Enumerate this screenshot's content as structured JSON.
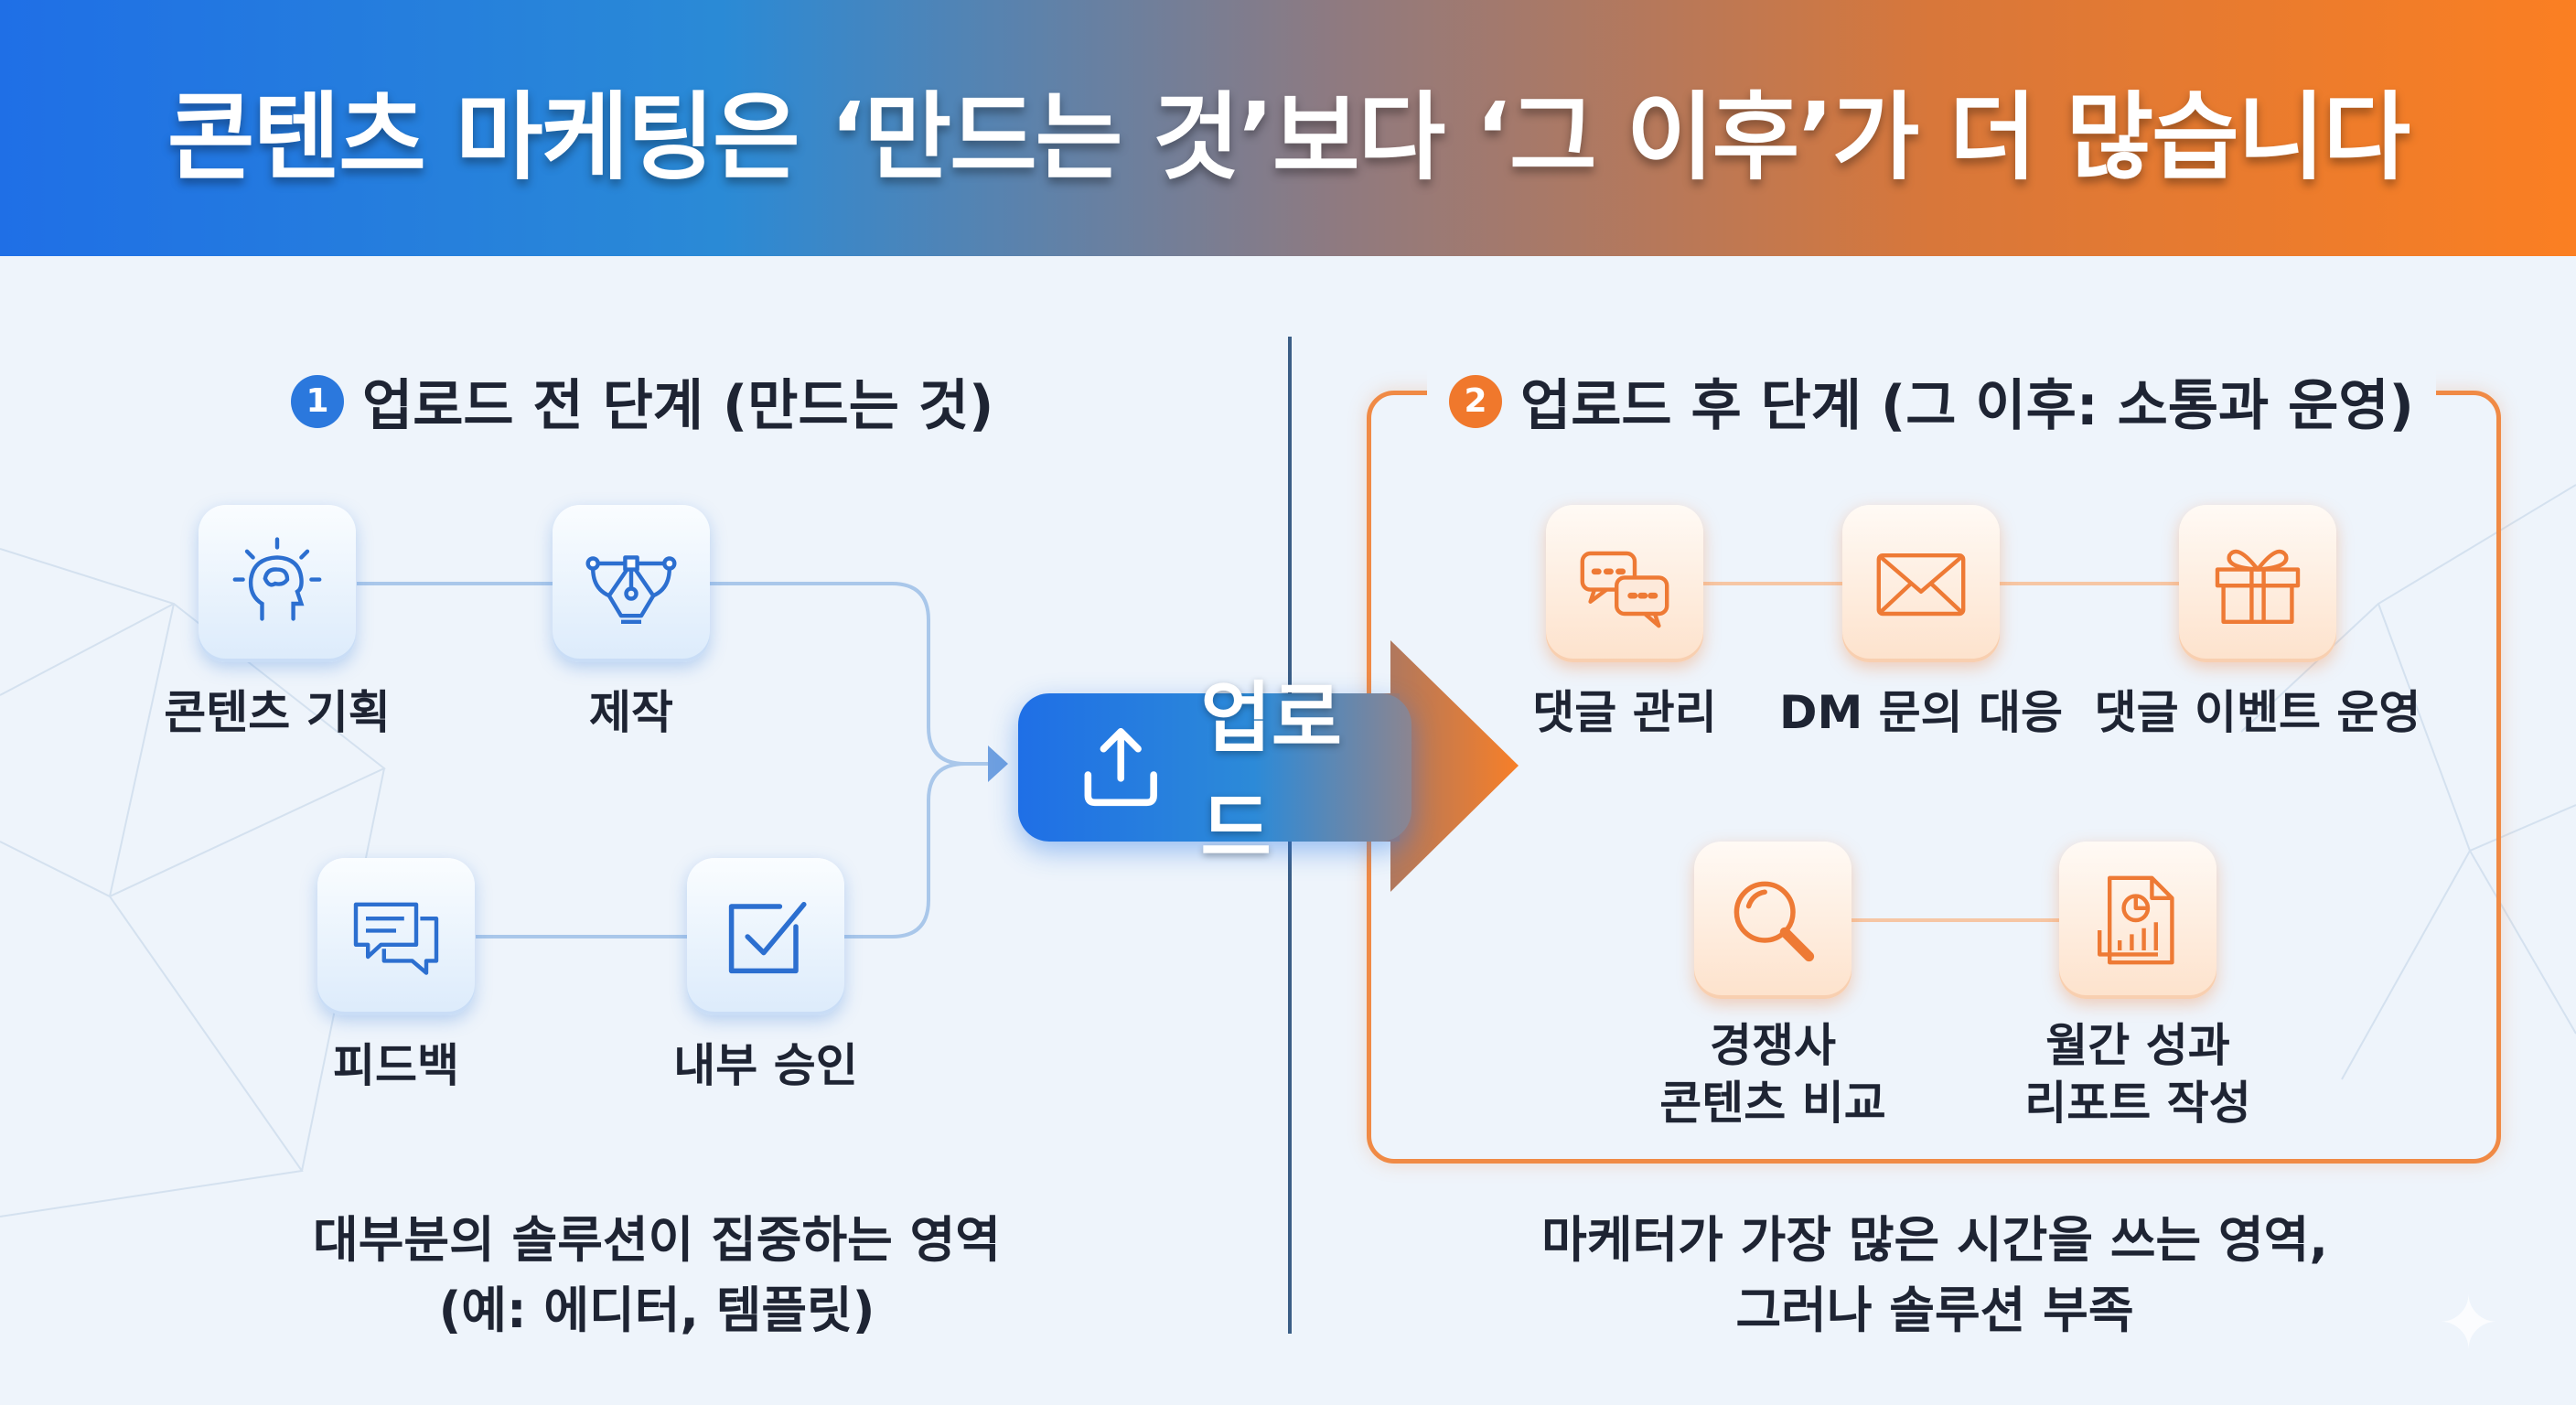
{
  "title": "콘텐츠 마케팅은 ‘만드는 것’보다 ‘그 이후’가 더 많습니다",
  "left": {
    "number": "1",
    "heading": "업로드 전 단계 (만드는 것)",
    "steps": [
      {
        "label": "콘텐츠 기획",
        "icon": "brain-idea-icon"
      },
      {
        "label": "제작",
        "icon": "pen-tool-icon"
      },
      {
        "label": "피드백",
        "icon": "chat-bubbles-icon"
      },
      {
        "label": "내부 승인",
        "icon": "checkbox-icon"
      }
    ],
    "caption_line1": "대부분의 솔루션이 집중하는 영역",
    "caption_line2": "(예: 에디터, 템플릿)"
  },
  "upload": {
    "label": "업로드",
    "icon": "upload-icon"
  },
  "right": {
    "number": "2",
    "heading": "업로드 후 단계 (그 이후: 소통과 운영)",
    "steps": [
      {
        "label": "댓글 관리",
        "icon": "comments-icon"
      },
      {
        "label": "DM 문의 대응",
        "icon": "envelope-icon"
      },
      {
        "label": "댓글 이벤트 운영",
        "icon": "gift-icon"
      },
      {
        "label_line1": "경쟁사",
        "label_line2": "콘텐츠 비교",
        "icon": "magnifier-icon"
      },
      {
        "label_line1": "월간 성과",
        "label_line2": "리포트 작성",
        "icon": "report-icon"
      }
    ],
    "caption_line1": "마케터가 가장 많은 시간을 쓰는 영역,",
    "caption_line2": "그러나 솔루션 부족"
  },
  "colors": {
    "blue": "#1f6fe6",
    "orange": "#f57f2a",
    "icon_blue": "#2c6fd0",
    "icon_orange": "#ee7a35"
  }
}
